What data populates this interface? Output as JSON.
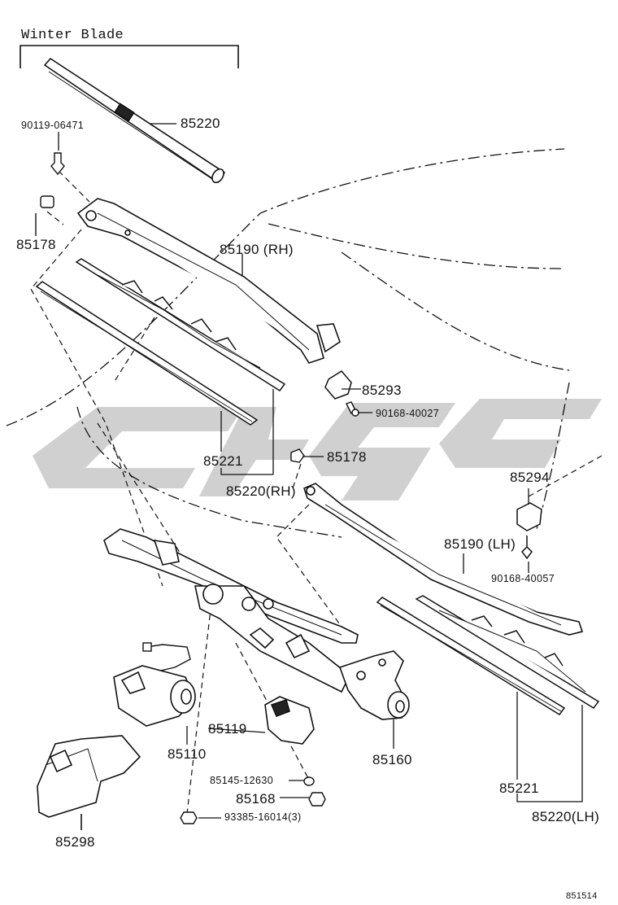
{
  "diagram": {
    "title": "Winter Blade",
    "drawing_id": "851514",
    "watermark_color": "#d0d0d0",
    "labels": {
      "p85220_top": "85220",
      "p90119": "90119-06471",
      "p85178_left": "85178",
      "p85190_rh": "85190 (RH)",
      "p85293": "85293",
      "p90168_40027": "90168-40027",
      "p85178_mid": "85178",
      "p85221_left": "85221",
      "p85220_rh": "85220(RH)",
      "p85294": "85294",
      "p85190_lh": "85190 (LH)",
      "p90168_40057": "90168-40057",
      "p85119": "85119",
      "p85110": "85110",
      "p85160": "85160",
      "p85145": "85145-12630",
      "p85168": "85168",
      "p93385": "93385-16014(3)",
      "p85298": "85298",
      "p85221_right": "85221",
      "p85220_lh": "85220(LH)"
    }
  }
}
